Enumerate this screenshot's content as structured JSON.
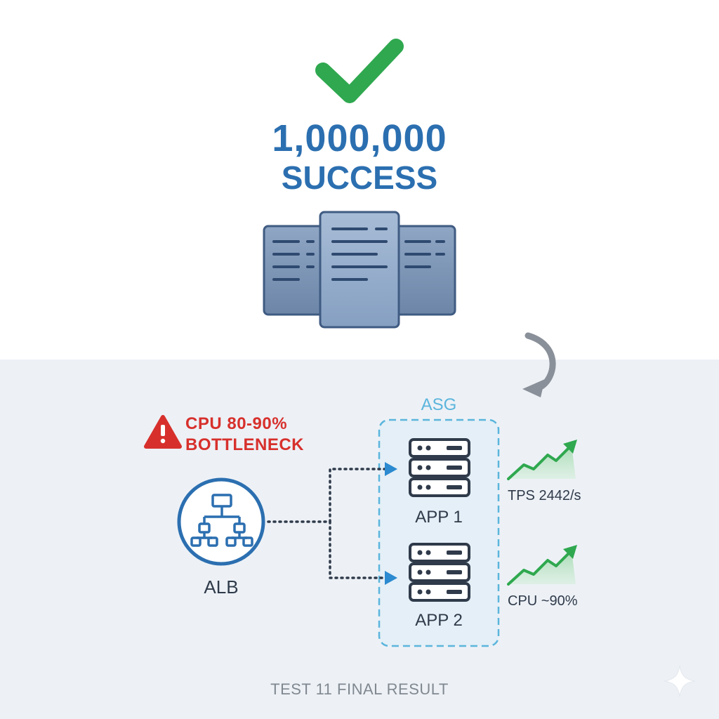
{
  "result": {
    "count": "1,000,000",
    "status": "SUCCESS"
  },
  "warning": {
    "line1": "CPU 80-90%",
    "line2": "BOTTLENECK"
  },
  "group": {
    "label": "ASG"
  },
  "nodes": {
    "alb": "ALB",
    "app1": "APP 1",
    "app2": "APP 2"
  },
  "metrics": {
    "first": "TPS 2442/s",
    "second": "CPU ~90%"
  },
  "footer": "TEST 11 FINAL RESULT",
  "colors": {
    "success_green": "#2fa84f",
    "headline_blue": "#2b6fb0",
    "warning_red": "#d7302c",
    "asg_blue": "#5bb5dc",
    "panel_bg": "#edf1f6"
  }
}
